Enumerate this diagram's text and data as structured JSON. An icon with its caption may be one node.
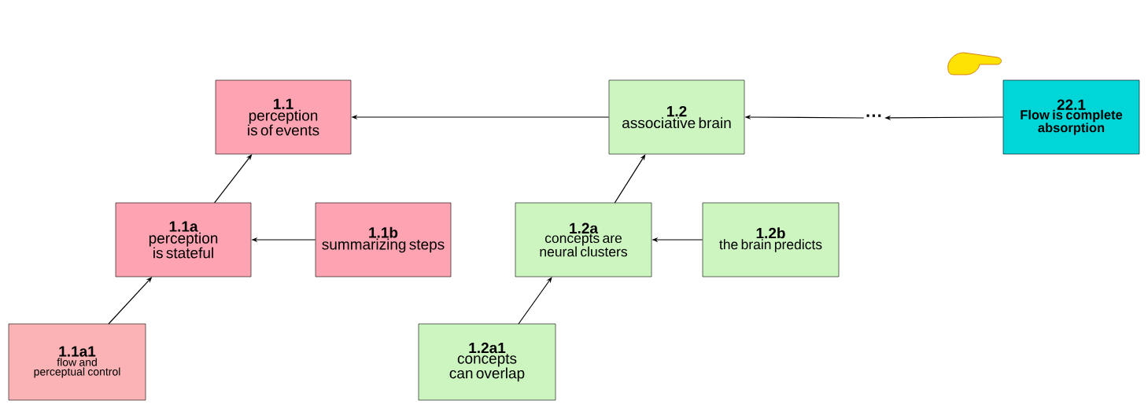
{
  "diagram": {
    "nodes": [
      {
        "text": [
          "1.1",
          "perception is of events"
        ]
      },
      {
        "text": [
          "1.2",
          "associative brain"
        ]
      },
      {
        "text": [
          "···"
        ]
      },
      {
        "text": [
          "22.1",
          "Flow is complete absorption"
        ]
      },
      {
        "text": [
          "1.1a",
          "perception is stateful"
        ]
      },
      {
        "text": [
          "1.1b",
          "summarizing steps"
        ]
      },
      {
        "text": [
          "1.2a",
          "concepts are neural clusters"
        ]
      },
      {
        "text": [
          "1.2b",
          "the brain predicts"
        ]
      },
      {
        "text": [
          "1.1a1",
          "flow and perceptual control"
        ]
      },
      {
        "text": [
          "1.2a1",
          "concepts can overlap"
        ]
      }
    ],
    "edges": [
      {
        "from": 1,
        "to": 0,
        "arrow": "to"
      },
      {
        "from": 2,
        "to": 1,
        "arrow": "to"
      },
      {
        "from": 3,
        "to": 2,
        "arrow": "to"
      },
      {
        "from": 4,
        "to": 0,
        "arrow": "to"
      },
      {
        "from": 5,
        "to": 4,
        "arrow": "to"
      },
      {
        "from": 6,
        "to": 1,
        "arrow": "to"
      },
      {
        "from": 7,
        "to": 6,
        "arrow": "to"
      },
      {
        "from": 8,
        "to": 4,
        "arrow": "to"
      },
      {
        "from": 9,
        "to": 6,
        "arrow": "to"
      }
    ]
  }
}
